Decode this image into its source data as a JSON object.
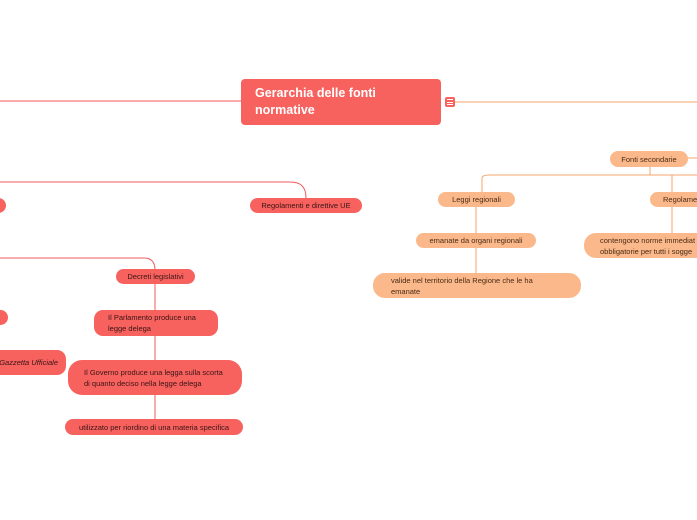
{
  "map": {
    "root": "Gerarchia delle fonti normative",
    "nodes": {
      "regolamenti_ue": "Regolamenti e direttive UE",
      "decreti_legislativi": "Decreti legislativi",
      "parlamento_delega": "Il Parlamento produce una legge delega",
      "governo_produce": "Il Governo produce una legga sulla scorta di quanto deciso nella legge delega",
      "riordino": "utilizzato per riordino di una materia specifica",
      "gazzetta": "Gazzetta Ufficiale",
      "fonti_secondarie": "Fonti secondarie",
      "leggi_regionali": "Leggi regionali",
      "regolamenti": "Regolamen",
      "emanate_organi": "emanate da organi regionali",
      "valide_territorio": "valide nel territorio della Regione che le ha emanate",
      "norme_immediate": "contengono norme immediat obbligatorie per tutti i sogge"
    },
    "colors": {
      "primary": "#f7625f",
      "secondary": "#fbb98b",
      "primary_link": "#f05a5a",
      "secondary_link": "#f4a46e"
    },
    "icons": {
      "menu": "hamburger-menu-icon"
    }
  }
}
